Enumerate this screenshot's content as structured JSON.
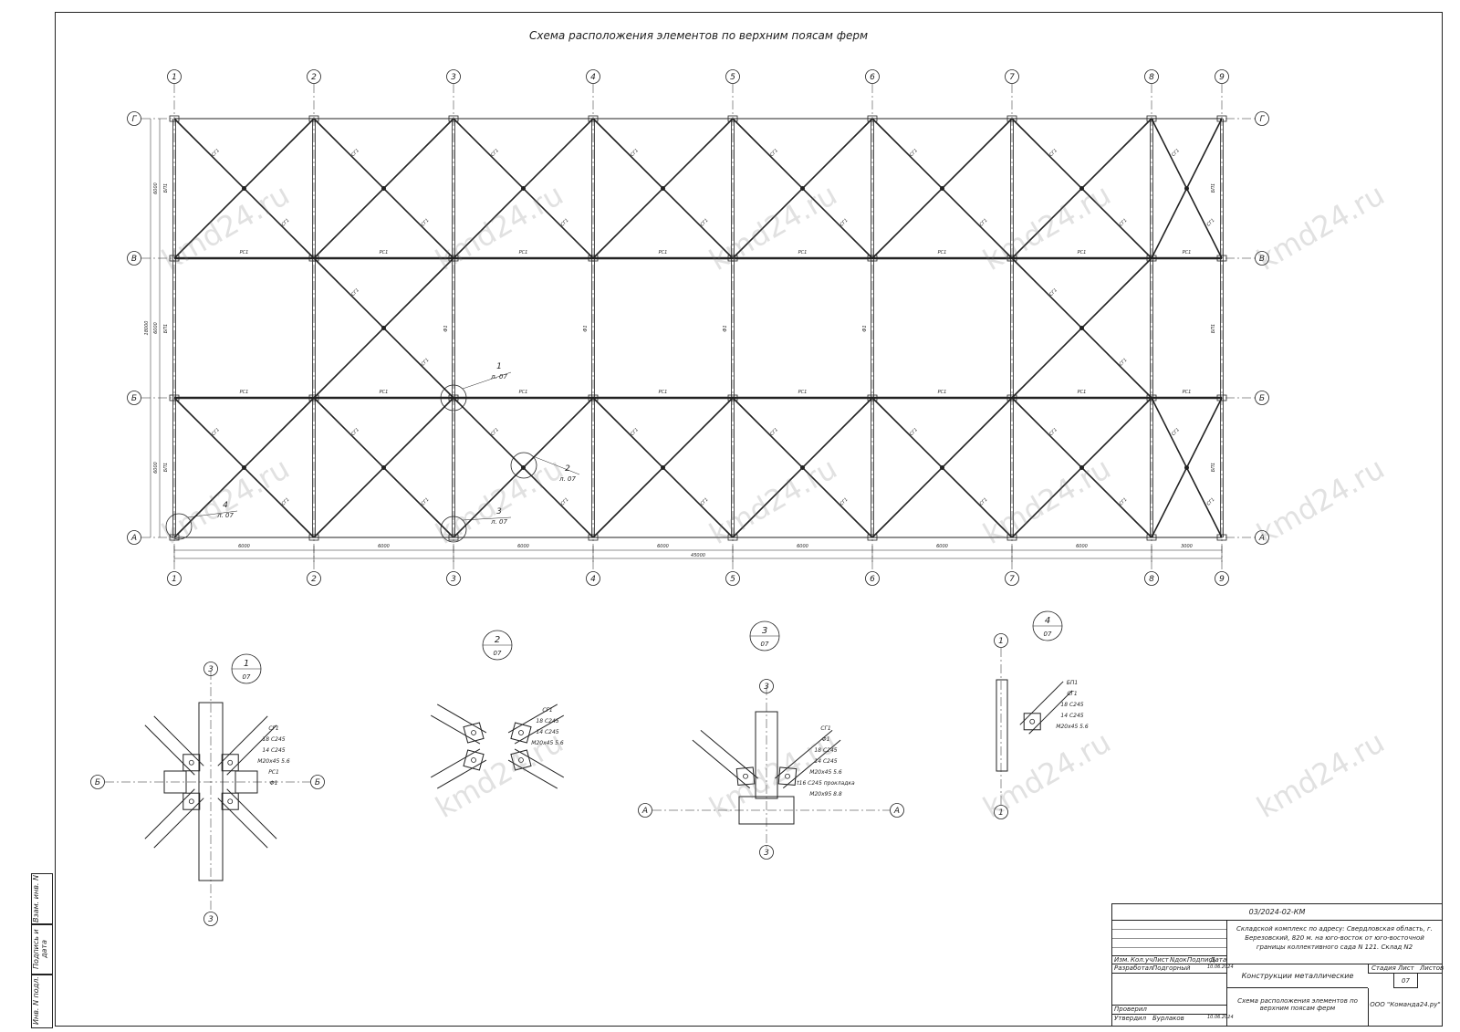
{
  "drawing": {
    "title": "Схема расположения элементов по верхним поясам ферм",
    "axes_vertical": [
      "1",
      "2",
      "3",
      "4",
      "5",
      "6",
      "7",
      "8",
      "9"
    ],
    "axes_horizontal": [
      "Г",
      "В",
      "Б",
      "А"
    ],
    "spans_bottom": [
      "6000",
      "6000",
      "6000",
      "6000",
      "6000",
      "6000",
      "6000",
      "3000"
    ],
    "total_length": "45000",
    "spans_left": [
      "6000",
      "6000",
      "6000"
    ],
    "total_width": "18000",
    "member_labels": {
      "brace": "СГ1",
      "strut": "РС1",
      "beam": "БП1",
      "truss": "Ф1"
    },
    "callouts": [
      {
        "num": "1",
        "sheet": "л. 07"
      },
      {
        "num": "2",
        "sheet": "л. 07"
      },
      {
        "num": "3",
        "sheet": "л. 07"
      },
      {
        "num": "4",
        "sheet": "л. 07"
      }
    ]
  },
  "details": [
    {
      "num": "1",
      "sheet": "07",
      "axis_a": "3",
      "axis_b": "Б",
      "notes": [
        "СГ1",
        "18 С245",
        "14 С245",
        "М20х45 5.6",
        "РС1",
        "Ф1"
      ]
    },
    {
      "num": "2",
      "sheet": "07",
      "notes": [
        "СГ1",
        "18 С245",
        "14 С245",
        "М20х45 5.6"
      ]
    },
    {
      "num": "3",
      "sheet": "07",
      "axis_a": "3",
      "axis_b": "А",
      "notes": [
        "СГ1",
        "Ф1",
        "18 С245",
        "14 С245",
        "М20х45 5.6",
        "t16 С245 прокладка",
        "М20х95 8.8"
      ]
    },
    {
      "num": "4",
      "sheet": "07",
      "axis_a": "1",
      "notes": [
        "БП1",
        "СГ1",
        "18 С245",
        "14 С245",
        "М20х45 5.6"
      ]
    }
  ],
  "side_stamp": [
    "Взам. инв. N",
    "Подпись и дата",
    "Инв. N подл."
  ],
  "stamp": {
    "code": "03/2024-02-КМ",
    "project": "Складской комплекс по адресу: Свердловская область, г. Березовский, 820 м. на юго-восток от юго-восточной границы коллективного сада N 121. Склад N2",
    "section": "Конструкции металлические",
    "sheet_title": "Схема расположения элементов по верхним поясам ферм",
    "company": "ООО \"Команда24.ру\"",
    "headers": [
      "Изм.",
      "Кол.уч",
      "Лист",
      "Nдок.",
      "Подпись",
      "Дата"
    ],
    "stage_headers": [
      "Стадия",
      "Лист",
      "Листов"
    ],
    "sheet_no": "07",
    "roles": [
      {
        "role": "Разработал",
        "name": "Подгорный",
        "date": "10.06.2024"
      },
      {
        "role": "Проверил",
        "name": "",
        "date": ""
      },
      {
        "role": "Утвердил",
        "name": "Бурлаков",
        "date": "10.06.2024"
      }
    ]
  },
  "watermark": "kmd24.ru"
}
